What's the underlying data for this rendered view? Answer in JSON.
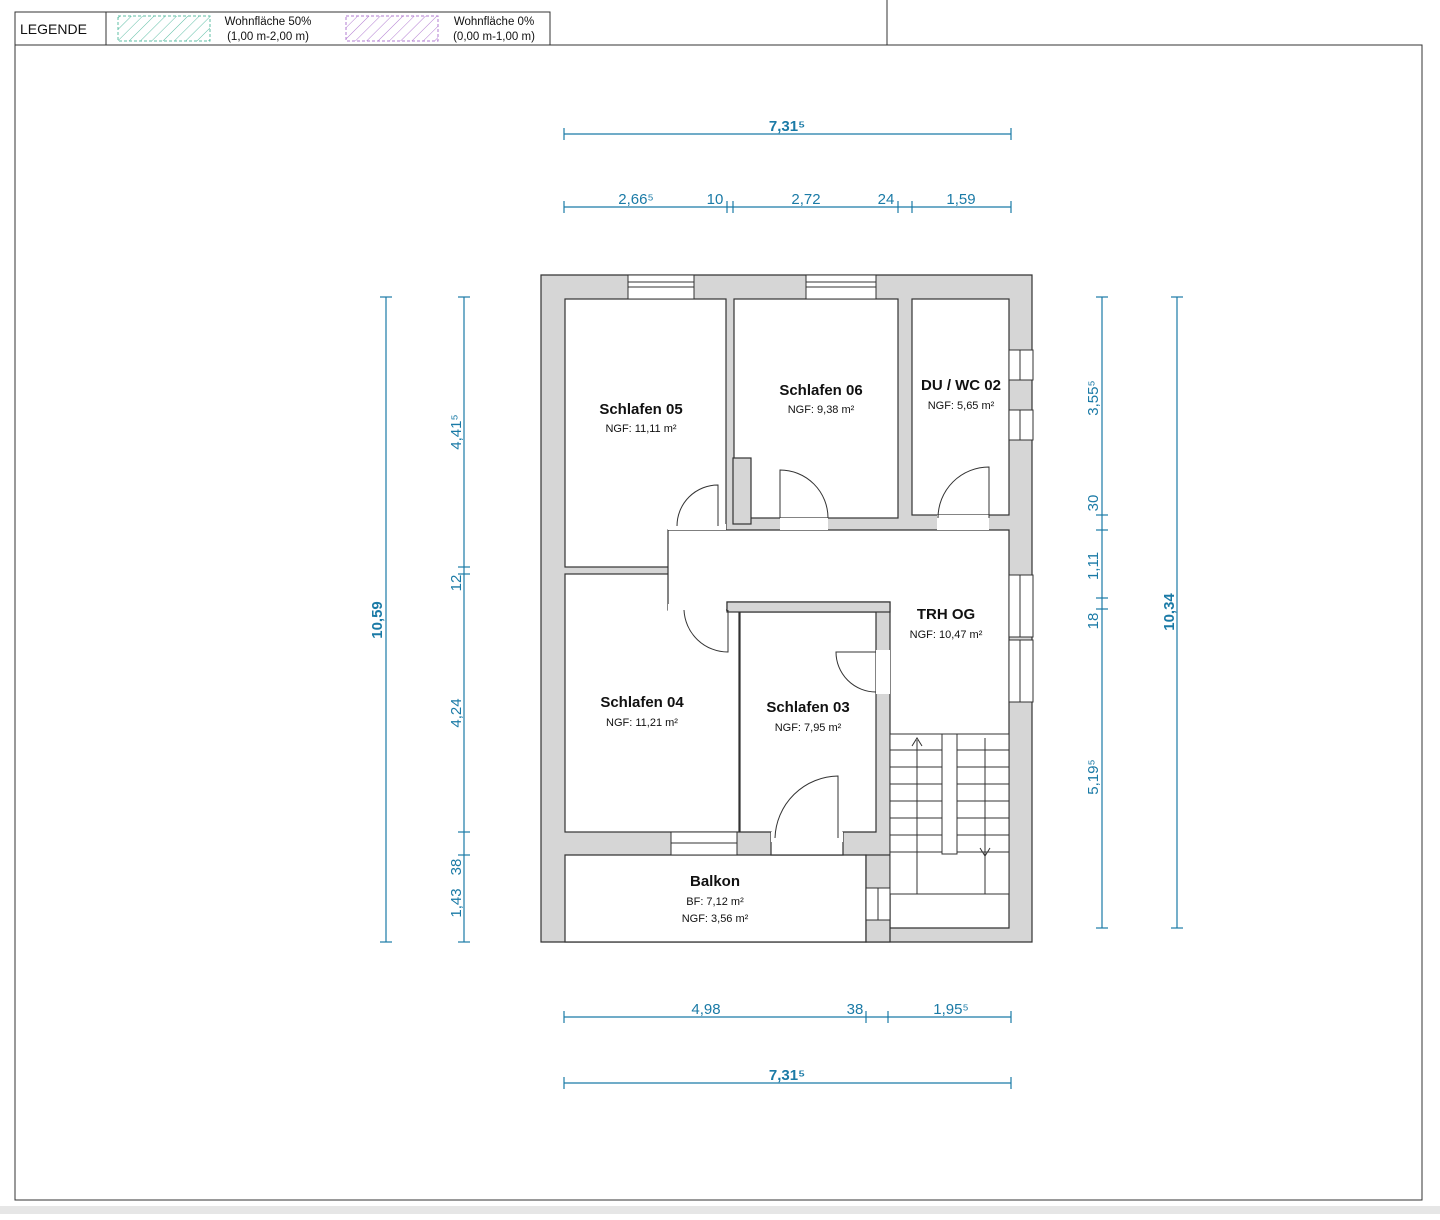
{
  "legend": {
    "title": "LEGENDE",
    "items": [
      {
        "label": "Wohnfläche 50%",
        "range": "(1,00 m-2,00 m)",
        "color": "#5fbfa6"
      },
      {
        "label": "Wohnfläche 0%",
        "range": "(0,00 m-1,00 m)",
        "color": "#b27bd1"
      }
    ]
  },
  "rooms": [
    {
      "name": "Schlafen 05",
      "area": "NGF: 11,11 m²"
    },
    {
      "name": "Schlafen 06",
      "area": "NGF: 9,38 m²"
    },
    {
      "name": "DU / WC 02",
      "area": "NGF: 5,65 m²"
    },
    {
      "name": "TRH OG",
      "area": "NGF: 10,47 m²"
    },
    {
      "name": "Schlafen 04",
      "area": "NGF: 11,21 m²"
    },
    {
      "name": "Schlafen 03",
      "area": "NGF: 7,95 m²"
    },
    {
      "name": "Balkon",
      "area": "BF: 7,12 m²",
      "area2": "NGF: 3,56 m²"
    }
  ],
  "dimensions": {
    "top_total": "7,31⁵",
    "top_parts": [
      "2,66⁵",
      "10",
      "2,72",
      "24",
      "1,59"
    ],
    "bottom_parts": [
      "4,98",
      "38",
      "1,95⁵"
    ],
    "bottom_total": "7,31⁵",
    "left_total": "10,59",
    "left_parts": [
      "4,41⁵",
      "12",
      "4,24",
      "38",
      "1,43"
    ],
    "right_parts": [
      "3,55⁵",
      "30",
      "1,11",
      "18",
      "5,19⁵"
    ],
    "right_total": "10,34"
  },
  "colors": {
    "dimension": "#1a7aa6",
    "wall": "#d6d6d6"
  }
}
